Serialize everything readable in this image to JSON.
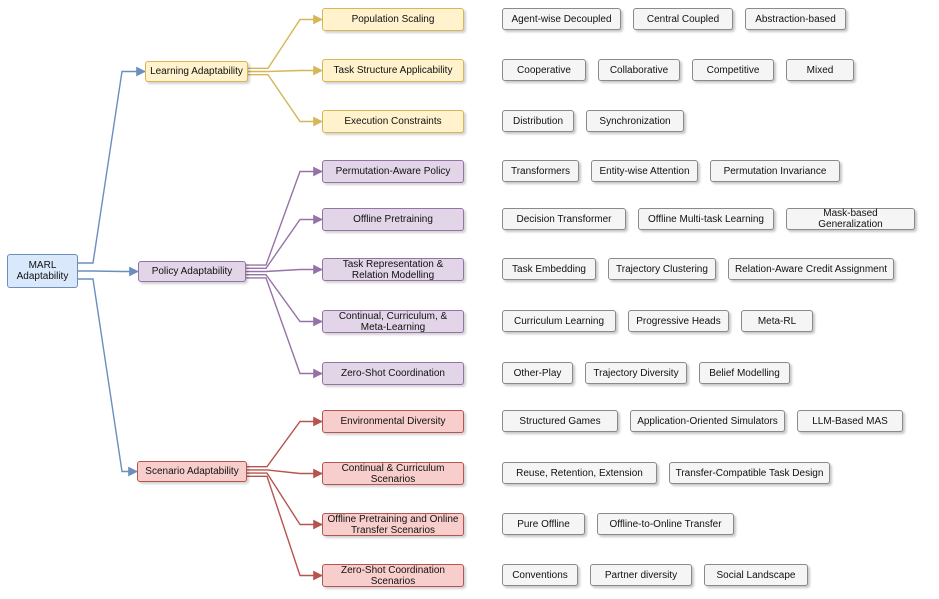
{
  "root": {
    "label": "MARL\nAdaptability"
  },
  "categories": [
    {
      "label": "Learning Adaptability",
      "color": "#d6b656",
      "subs": [
        {
          "label": "Population Scaling",
          "leaves": [
            "Agent-wise Decoupled",
            "Central Coupled",
            "Abstraction-based"
          ]
        },
        {
          "label": "Task Structure Applicability",
          "leaves": [
            "Cooperative",
            "Collaborative",
            "Competitive",
            "Mixed"
          ]
        },
        {
          "label": "Execution Constraints",
          "leaves": [
            "Distribution",
            "Synchronization"
          ]
        }
      ]
    },
    {
      "label": "Policy Adaptability",
      "color": "#9673a6",
      "subs": [
        {
          "label": "Permutation-Aware Policy",
          "leaves": [
            "Transformers",
            "Entity-wise Attention",
            "Permutation Invariance"
          ]
        },
        {
          "label": "Offline Pretraining",
          "leaves": [
            "Decision Transformer",
            "Offline Multi-task Learning",
            "Mask-based Generalization"
          ]
        },
        {
          "label": "Task Representation &\nRelation Modelling",
          "leaves": [
            "Task Embedding",
            "Trajectory Clustering",
            "Relation-Aware Credit Assignment"
          ]
        },
        {
          "label": "Continual, Curriculum, &\nMeta-Learning",
          "leaves": [
            "Curriculum Learning",
            "Progressive Heads",
            "Meta-RL"
          ]
        },
        {
          "label": "Zero-Shot Coordination",
          "leaves": [
            "Other-Play",
            "Trajectory Diversity",
            "Belief Modelling"
          ]
        }
      ]
    },
    {
      "label": "Scenario Adaptability",
      "color": "#b85450",
      "subs": [
        {
          "label": "Environmental Diversity",
          "leaves": [
            "Structured Games",
            "Application-Oriented Simulators",
            "LLM-Based MAS"
          ]
        },
        {
          "label": "Continual & Curriculum\nScenarios",
          "leaves": [
            "Reuse, Retention, Extension",
            "Transfer-Compatible Task Design"
          ]
        },
        {
          "label": "Offline Pretraining and Online\nTransfer Scenarios",
          "leaves": [
            "Pure Offline",
            "Offline-to-Online Transfer"
          ]
        },
        {
          "label": "Zero-Shot Coordination\nScenarios",
          "leaves": [
            "Conventions",
            "Partner diversity",
            "Social Landscape"
          ]
        }
      ]
    }
  ],
  "root_edge_color": "#6c8ebf"
}
